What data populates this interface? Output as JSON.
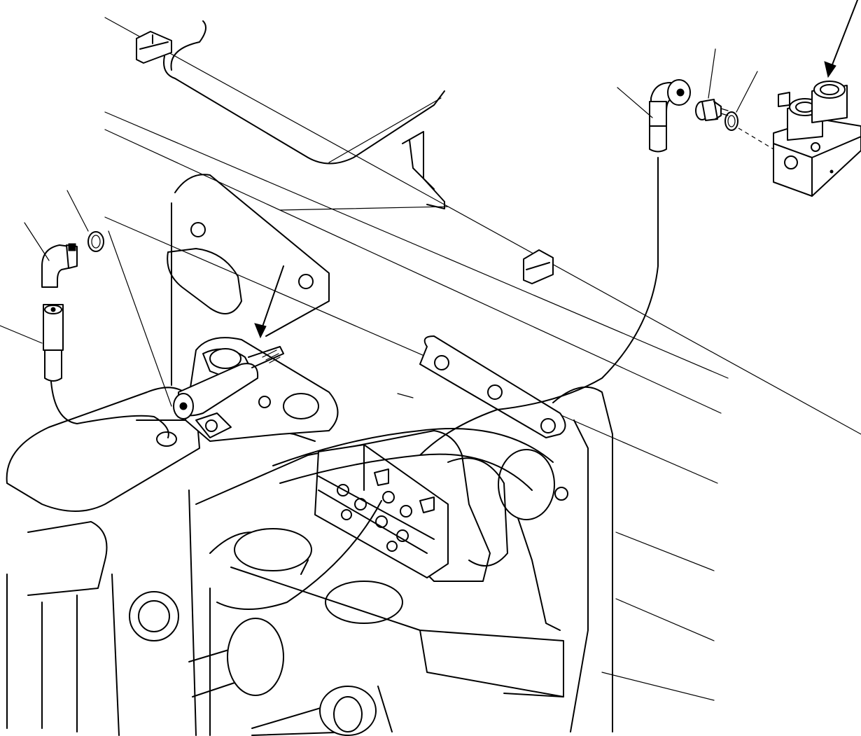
{
  "figure": {
    "kind": "exploded-assembly-line-drawing",
    "callout_numbers": []
  },
  "parts": {
    "left_group": [
      "elbow-fitting",
      "o-ring",
      "hose-end-sleeve",
      "routing-hose"
    ],
    "right_group": [
      "elbow-fitting",
      "connector",
      "o-ring",
      "hose-end-sleeve",
      "valve-block",
      "routing-hose"
    ],
    "center": [
      "pivot-bracket",
      "mounting-bolt",
      "clamp-blocks",
      "clip-brackets"
    ]
  }
}
